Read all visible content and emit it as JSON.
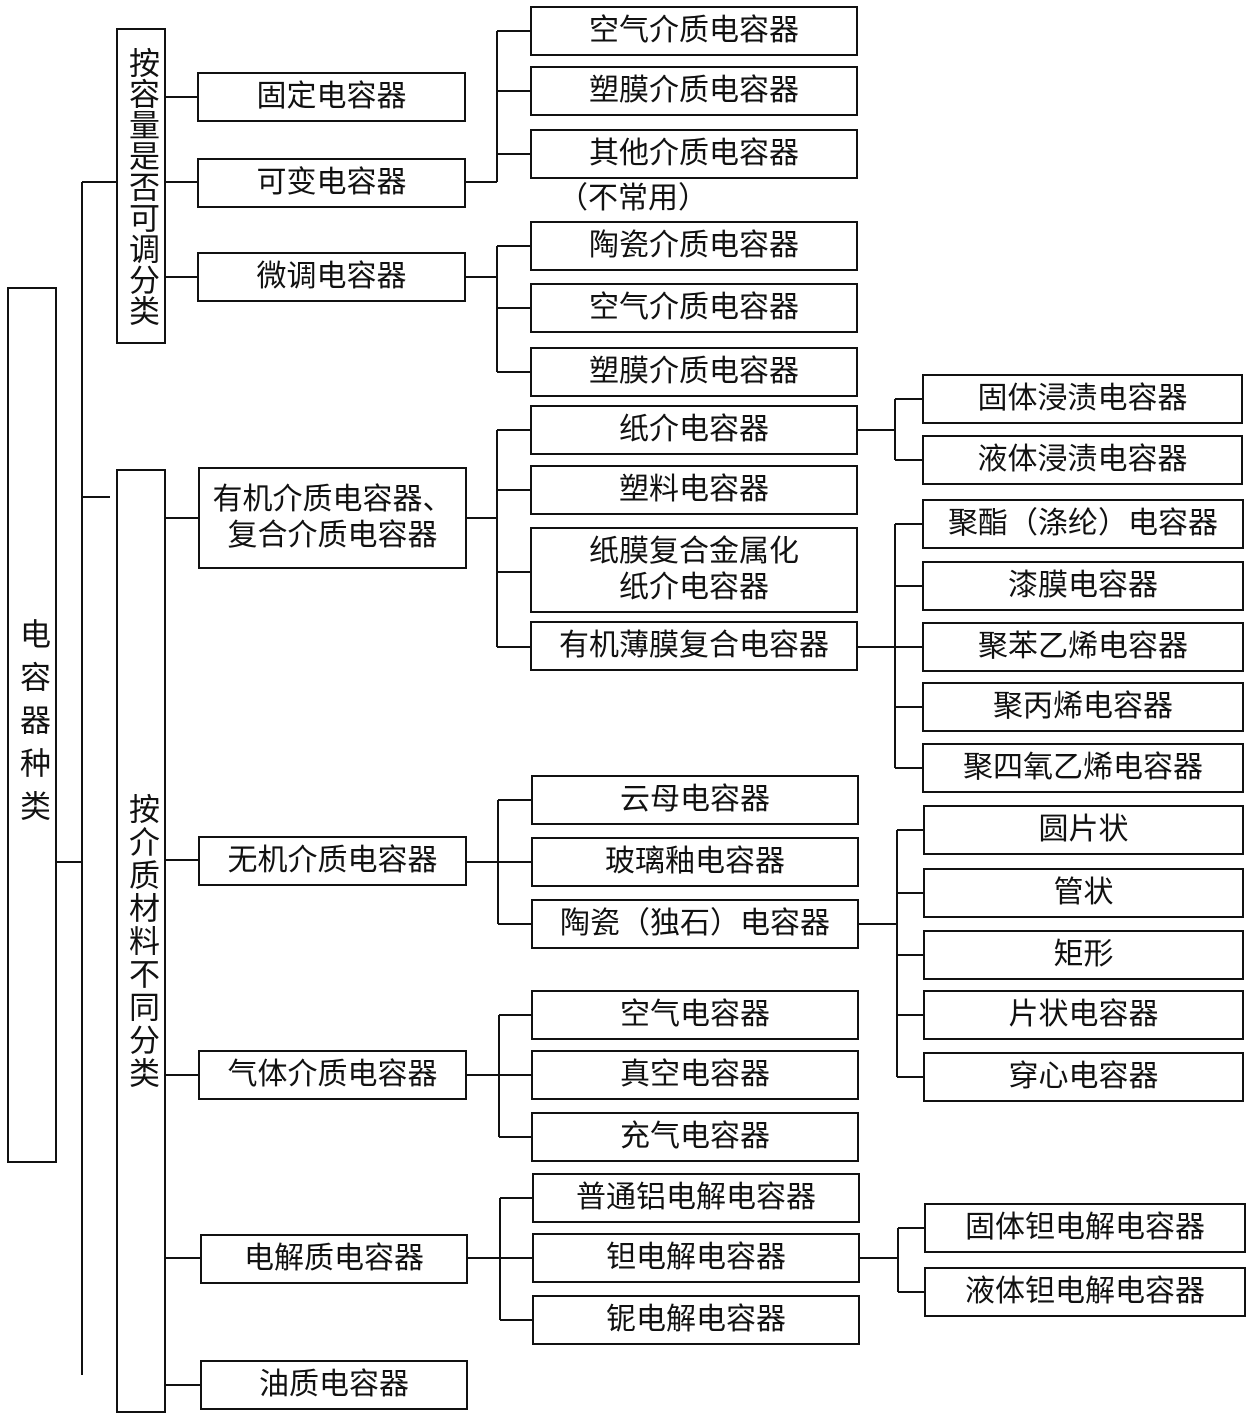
{
  "root": "电容器种类",
  "groups": {
    "adjustable": "按容量是否可调分类",
    "material": "按介质材料不同分类"
  },
  "level2": {
    "fixed": "固定电容器",
    "variable": "可变电容器",
    "trimmer": "微调电容器",
    "organic": "有机介质电容器、\n复合介质电容器",
    "inorganic": "无机介质电容器",
    "gas": "气体介质电容器",
    "electrolytic": "电解质电容器",
    "oil": "油质电容器"
  },
  "variable_children": {
    "air": "空气介质电容器",
    "film": "塑膜介质电容器",
    "other": "其他介质电容器",
    "other_note": "（不常用）"
  },
  "trimmer_children": {
    "ceramic": "陶瓷介质电容器",
    "air": "空气介质电容器",
    "film": "塑膜介质电容器"
  },
  "organic_children": {
    "paper": "纸介电容器",
    "plastic": "塑料电容器",
    "paper_film": "纸膜复合金属化\n纸介电容器",
    "organic_film": "有机薄膜复合电容器"
  },
  "paper_children": {
    "solid": "固体浸渍电容器",
    "liquid": "液体浸渍电容器"
  },
  "organic_film_children": {
    "polyester": "聚酯（涤纶）电容器",
    "lacquer": "漆膜电容器",
    "polystyrene": "聚苯乙烯电容器",
    "polypropylene": "聚丙烯电容器",
    "ptfe": "聚四氧乙烯电容器"
  },
  "inorganic_children": {
    "mica": "云母电容器",
    "glass": "玻璃釉电容器",
    "ceramic": "陶瓷（独石）电容器"
  },
  "ceramic_children": {
    "disc": "圆片状",
    "tube": "管状",
    "rect": "矩形",
    "chip": "片状电容器",
    "feedthrough": "穿心电容器"
  },
  "gas_children": {
    "air": "空气电容器",
    "vacuum": "真空电容器",
    "gas_filled": "充气电容器"
  },
  "electrolytic_children": {
    "aluminum": "普通铝电解电容器",
    "tantalum": "钽电解电容器",
    "niobium": "铌电解电容器"
  },
  "tantalum_children": {
    "solid": "固体钽电解电容器",
    "liquid": "液体钽电解电容器"
  }
}
